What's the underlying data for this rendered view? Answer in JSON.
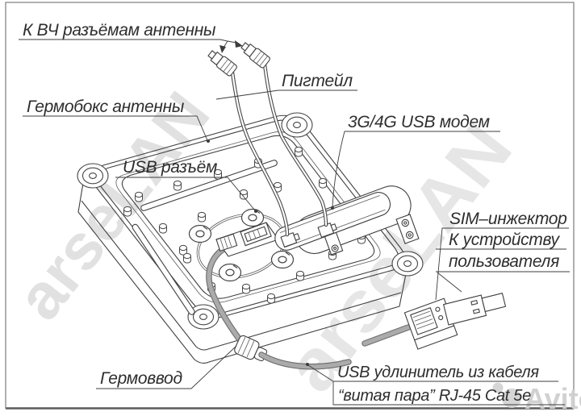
{
  "labels": {
    "rf": "К ВЧ разъёмам антенны",
    "pigtail": "Пигтейл",
    "hermobox": "Гермобокс антенны",
    "usb_port": "USB разъём",
    "modem": "3G/4G USB модем",
    "sim_injector": "SIM–инжектор",
    "to_device_line1": "К устройству",
    "to_device_line2": "пользователя",
    "usb_ext_line1": "USB удлинитель из кабеля",
    "usb_ext_line2": "“витая пара” RJ-45 Cat 5e",
    "gland": "Гермоввод"
  },
  "watermarks": {
    "brand_left": "arseLAN",
    "brand_right": "arseLAN",
    "marketplace": "Avito"
  },
  "colors": {
    "line_art": "#3f3f3f",
    "gray_cable": "#ababab",
    "watermark": "#c6c6c6",
    "frame": "#8f8f8f",
    "background": "#ffffff"
  }
}
